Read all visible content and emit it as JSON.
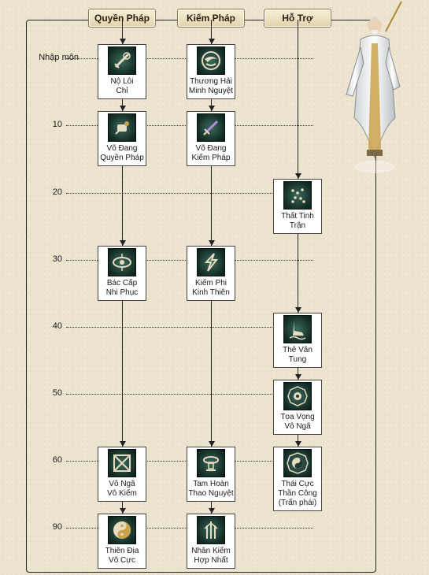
{
  "headers": [
    "Quyền Pháp",
    "Kiếm Pháp",
    "Hỗ Trợ"
  ],
  "levels": [
    "Nhập môn",
    "10",
    "20",
    "30",
    "40",
    "50",
    "60",
    "90"
  ],
  "skills": [
    {
      "id": "no-loi-chi",
      "col": 0,
      "level": 0,
      "lines": [
        "Nộ Lôi",
        "Chỉ"
      ],
      "icon": "fist-icon"
    },
    {
      "id": "vo-dang-quyen-phap",
      "col": 0,
      "level": 1,
      "lines": [
        "Võ Đang",
        "Quyền Pháp"
      ],
      "icon": "scroll-icon"
    },
    {
      "id": "bac-cap-nhi-phuc",
      "col": 0,
      "level": 3,
      "lines": [
        "Bác Cấp",
        "Nhi Phục"
      ],
      "icon": "eye-icon"
    },
    {
      "id": "vo-nga-vo-kiem",
      "col": 0,
      "level": 6,
      "lines": [
        "Vô Ngã",
        "Vô Kiếm"
      ],
      "icon": "cross-icon"
    },
    {
      "id": "thien-dia-vo-cuc",
      "col": 0,
      "level": 7,
      "lines": [
        "Thiên Địa",
        "Vô Cực"
      ],
      "icon": "yinyang-icon"
    },
    {
      "id": "thuong-hai-minh-nguyet",
      "col": 1,
      "level": 0,
      "lines": [
        "Thương Hải",
        "Minh Nguyệt"
      ],
      "icon": "moon-swirl-icon"
    },
    {
      "id": "vo-dang-kiem-phap",
      "col": 1,
      "level": 1,
      "lines": [
        "Võ Đang",
        "Kiếm Pháp"
      ],
      "icon": "sword-icon"
    },
    {
      "id": "kiem-phi-kinh-thien",
      "col": 1,
      "level": 3,
      "lines": [
        "Kiếm Phi",
        "Kinh Thiên"
      ],
      "icon": "lightning-icon"
    },
    {
      "id": "tam-hoan-thao-nguyet",
      "col": 1,
      "level": 6,
      "lines": [
        "Tam Hoàn",
        "Thao Nguyệt"
      ],
      "icon": "rings-icon"
    },
    {
      "id": "nhan-kiem-hop-nhat",
      "col": 1,
      "level": 7,
      "lines": [
        "Nhân Kiếm",
        "Hợp Nhất"
      ],
      "icon": "temple-icon"
    },
    {
      "id": "that-tinh-tran",
      "col": 2,
      "level": 2,
      "lines": [
        "Thất Tinh",
        "Trận"
      ],
      "icon": "stars-icon"
    },
    {
      "id": "the-van-tung",
      "col": 2,
      "level": 4,
      "lines": [
        "Thê Vân",
        "Tung"
      ],
      "icon": "foot-icon"
    },
    {
      "id": "toa-vong-vo-nga",
      "col": 2,
      "level": 5,
      "lines": [
        "Tọa Vọng",
        "Vô Ngã"
      ],
      "icon": "bagua-icon"
    },
    {
      "id": "thai-cuc-than-cong",
      "col": 2,
      "level": 6,
      "lines": [
        "Thái Cực",
        "Thần Công",
        "(Trấn phái)"
      ],
      "icon": "taiji-bagua-icon"
    }
  ],
  "colors": {
    "icon_bg": "#1f3d35",
    "icon_fg": "#e8dcc0",
    "line": "#222222",
    "page": "#ece4cf"
  }
}
